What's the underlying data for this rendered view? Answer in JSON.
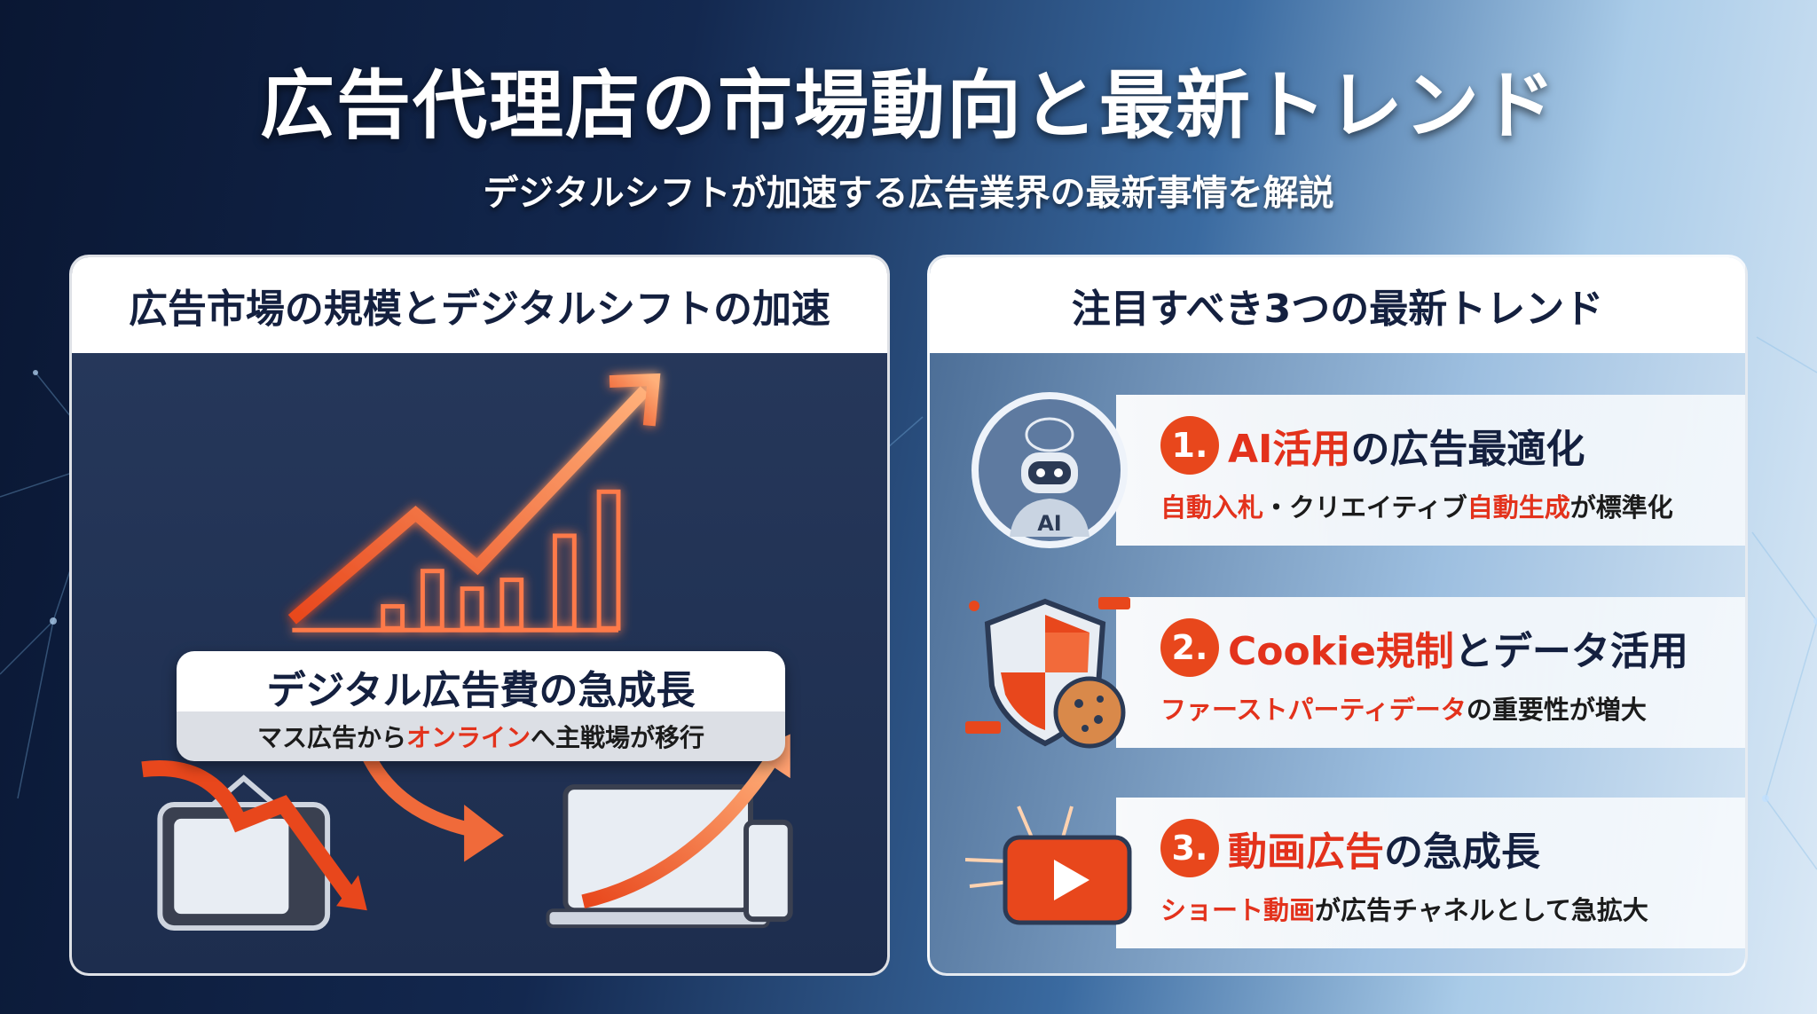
{
  "header": {
    "title": "広告代理店の市場動向と最新トレンド",
    "subtitle": "デジタルシフトが加速する広告業界の最新事情を解説"
  },
  "left_panel": {
    "heading": "広告市場の規模とデジタルシフトの加速",
    "label_title": "デジタル広告費の急成長",
    "label_sub_pre": "マス広告から",
    "label_sub_highlight": "オンライン",
    "label_sub_post": "へ主戦場が移行"
  },
  "right_panel": {
    "heading": "注目すべき3つの最新トレンド",
    "trends": [
      {
        "number": "1.",
        "title_highlight": "AI活用",
        "title_rest": "の広告最適化",
        "sub_parts": [
          {
            "t": "自動入札",
            "hl": true
          },
          {
            "t": "・クリエイティブ",
            "hl": false
          },
          {
            "t": "自動生成",
            "hl": true
          },
          {
            "t": "が標準化",
            "hl": false
          }
        ],
        "icon": "ai-robot-icon",
        "icon_label": "AI"
      },
      {
        "number": "2.",
        "title_highlight": "Cookie規制",
        "title_rest": "とデータ活用",
        "sub_parts": [
          {
            "t": "ファーストパーティデータ",
            "hl": true
          },
          {
            "t": "の重要性が増大",
            "hl": false
          }
        ],
        "icon": "shield-cookie-icon"
      },
      {
        "number": "3.",
        "title_highlight": "動画広告",
        "title_rest": "の急成長",
        "sub_parts": [
          {
            "t": "ショート動画",
            "hl": true
          },
          {
            "t": "が広告チャネルとして急拡大",
            "hl": false
          }
        ],
        "icon": "video-play-icon"
      }
    ]
  },
  "colors": {
    "accent": "#e8471c",
    "highlight_text": "#e3321c",
    "navy": "#14203f"
  }
}
